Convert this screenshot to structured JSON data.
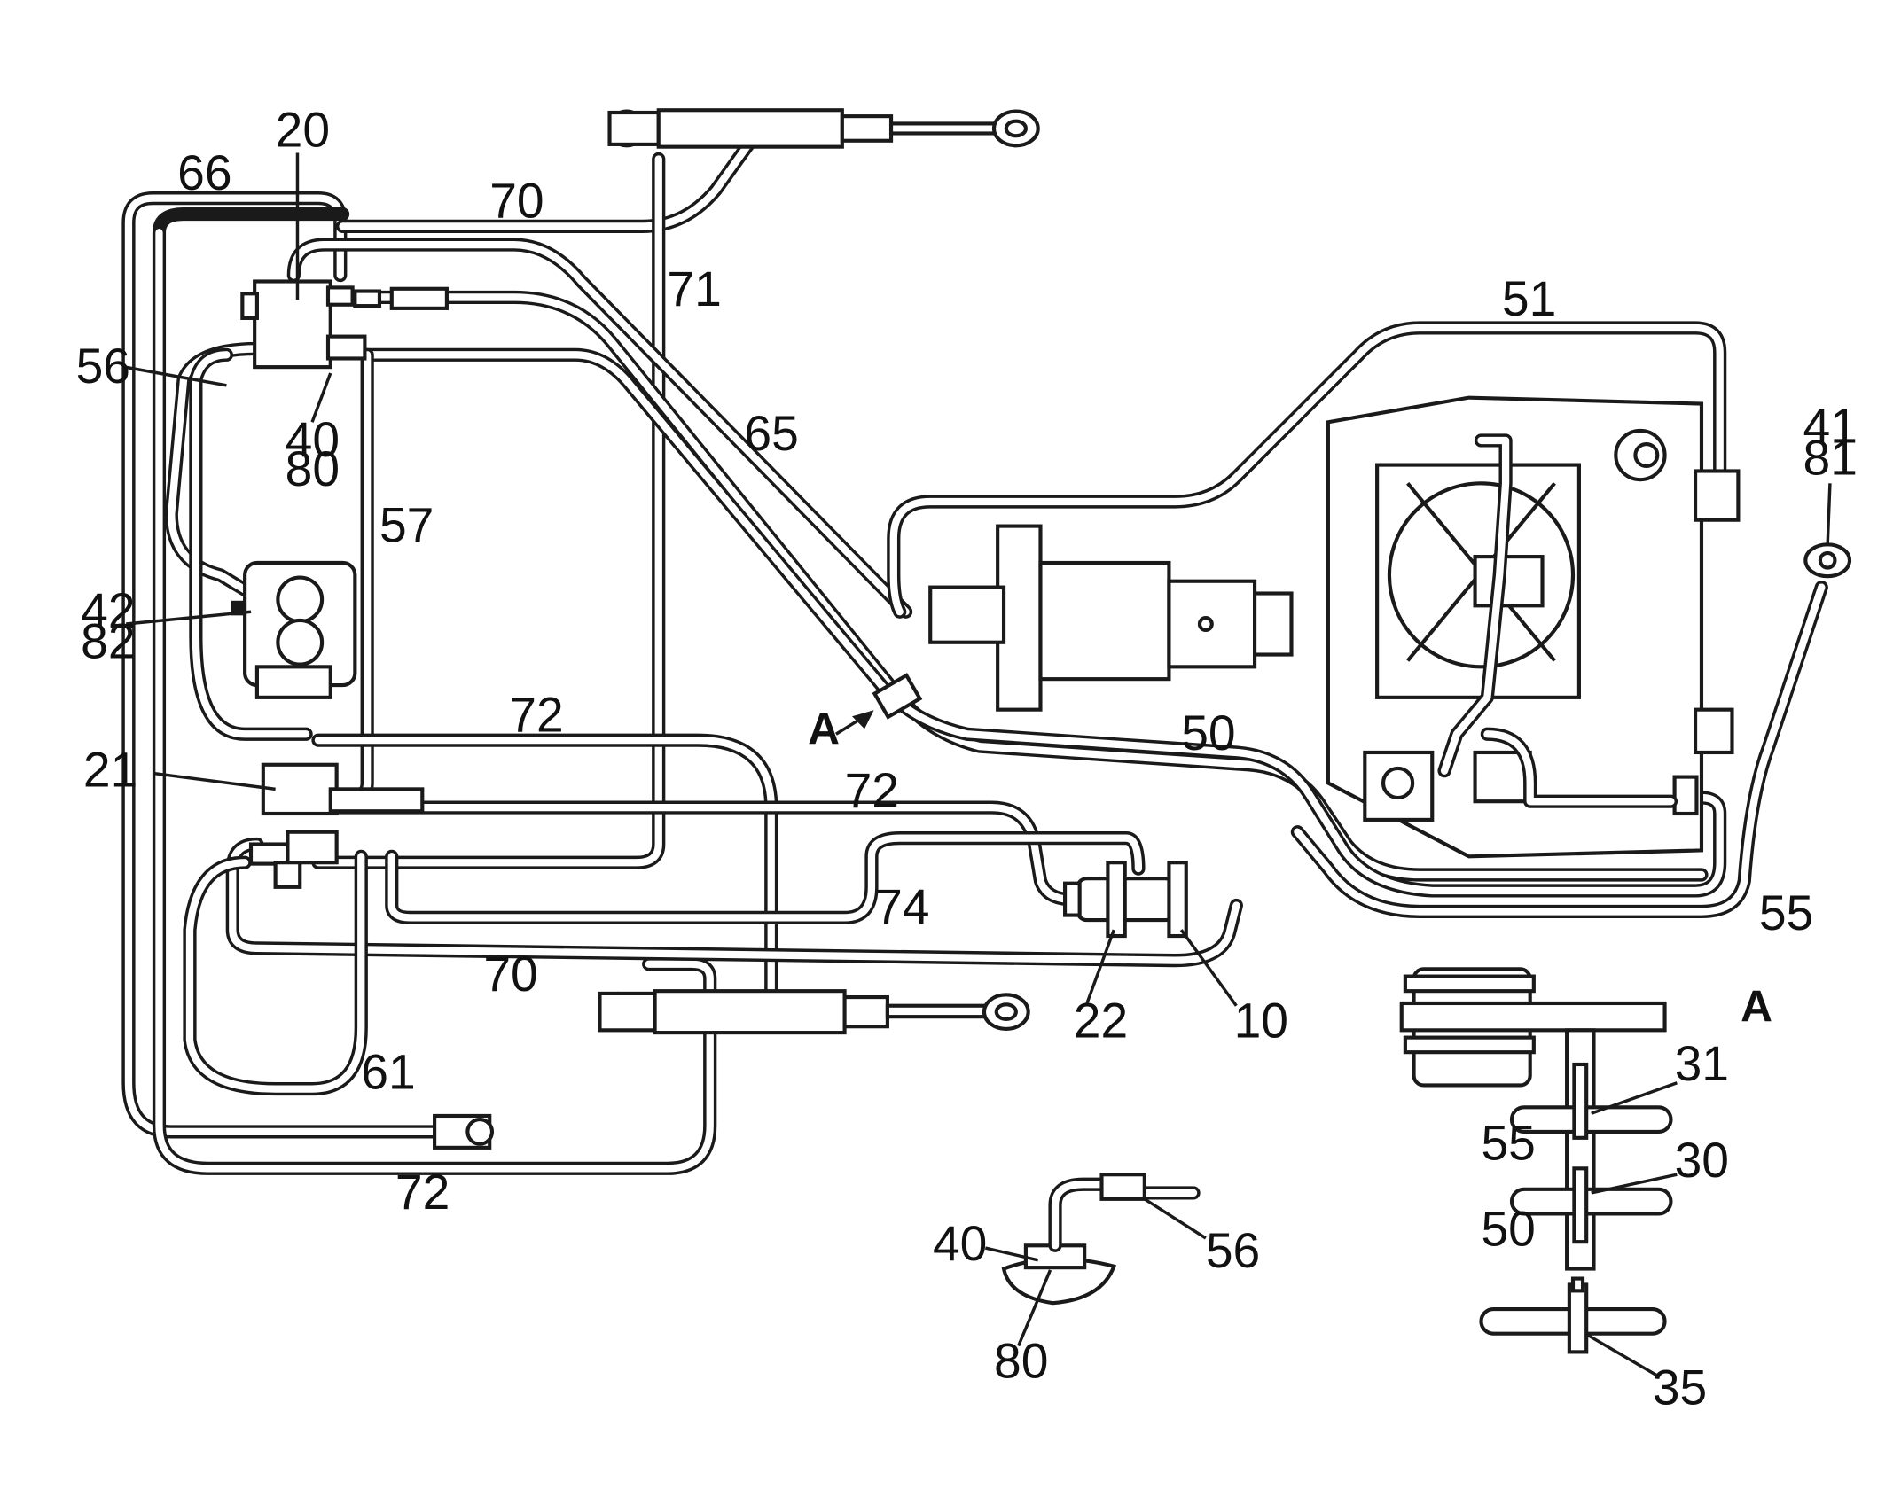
{
  "diagram": {
    "callouts": {
      "c20": "20",
      "c66": "66",
      "c70_top": "70",
      "c71": "71",
      "c51": "51",
      "c56_left": "56",
      "c40_top": "40",
      "c80_top": "80",
      "c65": "65",
      "c41": "41",
      "c81": "81",
      "c57": "57",
      "c42": "42",
      "c82": "82",
      "c72_mid": "72",
      "cA_arrow": "A",
      "c50_main": "50",
      "c21": "21",
      "c72_right": "72",
      "c74": "74",
      "c55_main": "55",
      "c70_bottom": "70",
      "c22": "22",
      "c10": "10",
      "cA_detail": "A",
      "c61": "61",
      "c31": "31",
      "c55_detail": "55",
      "c30": "30",
      "c50_detail": "50",
      "c72_bottom": "72",
      "c40_detail": "40",
      "c56_detail": "56",
      "c80_detail": "80",
      "c35": "35"
    }
  }
}
